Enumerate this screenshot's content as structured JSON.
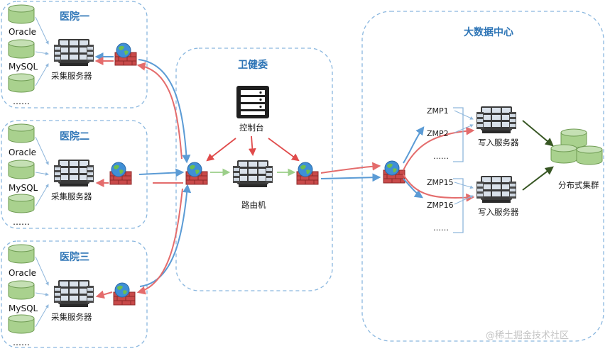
{
  "regions": {
    "hospital1": {
      "title": "医院一"
    },
    "hospital2": {
      "title": "医院二"
    },
    "hospital3": {
      "title": "医院三"
    },
    "health_commission": {
      "title": "卫健委"
    },
    "big_data_center": {
      "title": "大数据中心"
    }
  },
  "databases": [
    "Oracle",
    "MySQL",
    "……"
  ],
  "collector_label": "采集服务器",
  "console_label": "控制台",
  "router_label": "路由机",
  "zmp_group_1": [
    "ZMP1",
    "ZMP2",
    "……"
  ],
  "zmp_group_2": [
    "ZMP15",
    "ZMP16",
    "……"
  ],
  "writer_label": "写入服务器",
  "cluster_label": "分布式集群",
  "watermark": "@稀土掘金技术社区",
  "colors": {
    "region_border": "#8ab7df",
    "region_title": "#2e75b6",
    "flow_up": "#5b9bd5",
    "flow_down": "#e46c6c",
    "console_to_router": "#e04b4b",
    "router_link": "#9ccf8a",
    "cluster_arrow": "#375623",
    "db_fill": "#a9d18e"
  }
}
